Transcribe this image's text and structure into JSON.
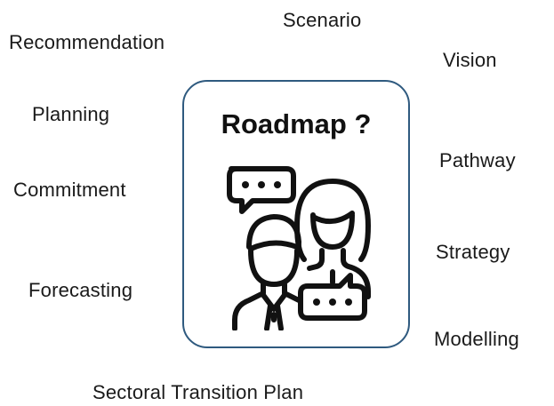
{
  "title": "Roadmap ?",
  "terms": {
    "scenario": "Scenario",
    "recommendation": "Recommendation",
    "vision": "Vision",
    "planning": "Planning",
    "pathway": "Pathway",
    "commitment": "Commitment",
    "strategy": "Strategy",
    "forecasting": "Forecasting",
    "modelling": "Modelling",
    "sectoral_transition_plan": "Sectoral Transition Plan"
  },
  "icon": "people-discussion-icon",
  "colors": {
    "box_border": "#2f5a7f",
    "text": "#1a1a1a",
    "icon": "#111111"
  }
}
